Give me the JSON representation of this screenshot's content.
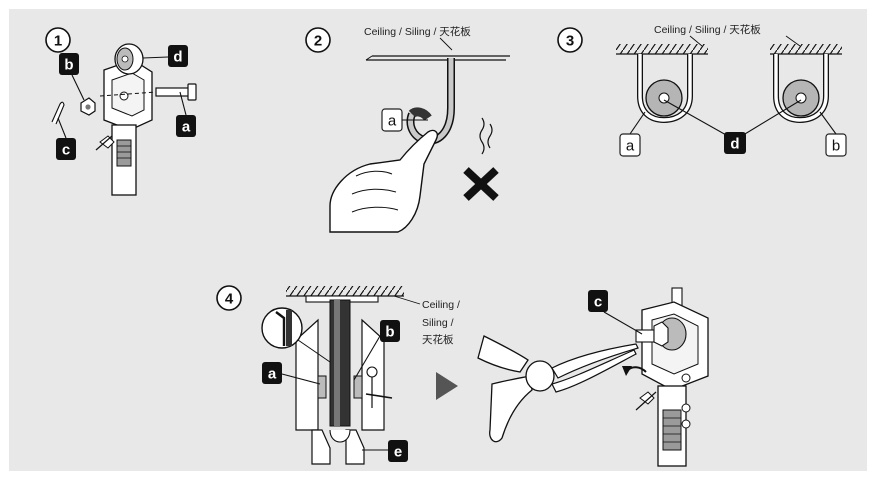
{
  "steps": [
    "1",
    "2",
    "3",
    "4"
  ],
  "labels": {
    "a": "a",
    "b": "b",
    "c": "c",
    "d": "d",
    "e": "e"
  },
  "captions": {
    "ceiling_inline": "Ceiling / Siling / 天花板",
    "ceiling_line1": "Ceiling /",
    "ceiling_line2": "Siling  /",
    "ceiling_line3": "天花板"
  },
  "colors": {
    "panel": "#e8e8e8",
    "ink": "#111111",
    "metal": "#c9c9c9",
    "hook": "#444444"
  },
  "icons": {
    "wrong": "cross-icon",
    "next": "arrow-right-icon"
  }
}
